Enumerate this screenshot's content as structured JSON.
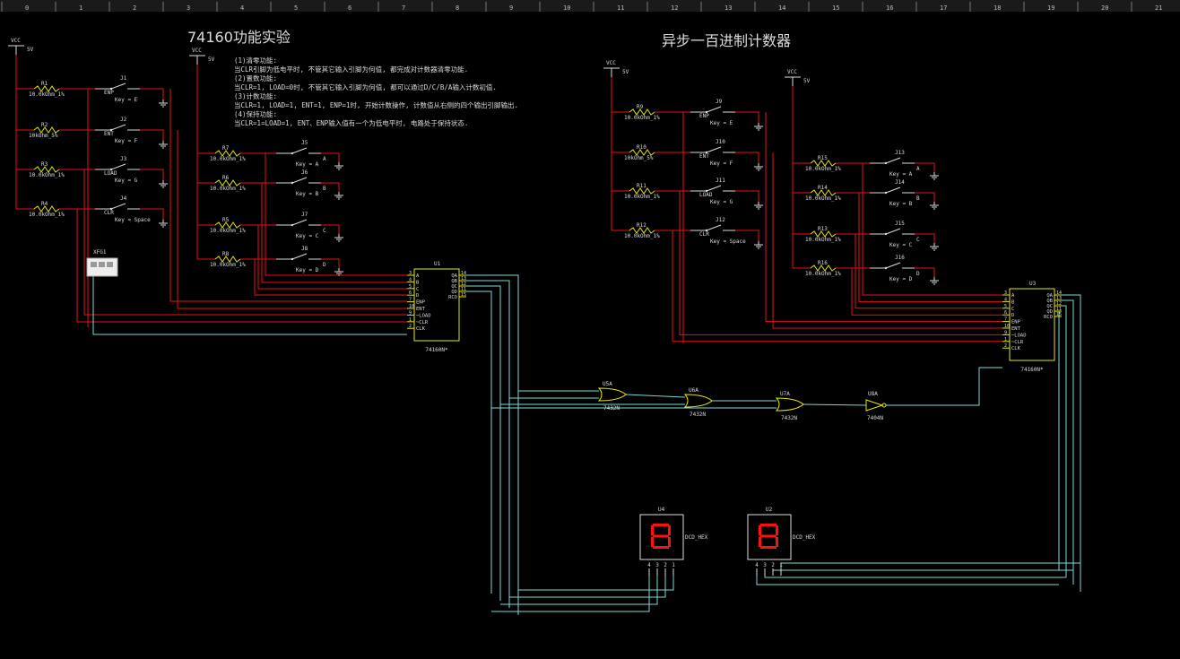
{
  "ruler": {
    "ticks": [
      "0",
      "1",
      "2",
      "3",
      "4",
      "5",
      "6",
      "7",
      "8",
      "9",
      "10",
      "11",
      "12",
      "13",
      "14",
      "15",
      "16",
      "17",
      "18",
      "19",
      "20",
      "21"
    ]
  },
  "titles": {
    "left": "74160功能实验",
    "right": "异步一百进制计数器"
  },
  "notes": [
    "(1)清零功能:",
    "当CLR引脚为低电平时, 不管其它输入引脚为何值, 都完成对计数器清零功能.",
    "(2)置数功能:",
    "当CLR=1, LOAD=0时, 不管其它输入引脚为何值, 都可以通过D/C/B/A输入计数初值.",
    "(3)计数功能:",
    "当CLR=1, LOAD=1, ENT=1, ENP=1时, 开始计数操作, 计数值从右侧的四个输出引脚输出.",
    "(4)保持功能:",
    "当CLR=1=LOAD=1, ENT、ENP输入值有一个为低电平时, 电路处于保持状态."
  ],
  "vcc": {
    "label": "VCC",
    "voltage": "5V"
  },
  "left_res": [
    {
      "name": "R1",
      "value": "10.0kOhm_1%"
    },
    {
      "name": "R2",
      "value": "10kOhm_5%"
    },
    {
      "name": "R3",
      "value": "10.0kOhm_1%"
    },
    {
      "name": "R4",
      "value": "10.0kOhm_1%"
    }
  ],
  "left_sw": [
    {
      "name": "J1",
      "sig": "ENP",
      "key": "Key = E"
    },
    {
      "name": "J2",
      "sig": "ENT",
      "key": "Key = F"
    },
    {
      "name": "J3",
      "sig": "LOAD",
      "key": "Key = G"
    },
    {
      "name": "J4",
      "sig": "CLR",
      "key": "Key = Space"
    }
  ],
  "mid_res": [
    {
      "name": "R7",
      "value": "10.0kOhm_1%"
    },
    {
      "name": "R6",
      "value": "10.0kOhm_1%"
    },
    {
      "name": "R5",
      "value": "10.0kOhm_1%"
    },
    {
      "name": "R8",
      "value": "10.0kOhm_1%"
    }
  ],
  "mid_sw": [
    {
      "name": "J5",
      "key": "Key = A",
      "out": "A"
    },
    {
      "name": "J6",
      "key": "Key = B",
      "out": "B"
    },
    {
      "name": "J7",
      "key": "Key = C",
      "out": "C"
    },
    {
      "name": "J8",
      "key": "Key = D",
      "out": "D"
    }
  ],
  "xfg": "XFG1",
  "u1": {
    "name": "U1",
    "part": "74160N*"
  },
  "u3": {
    "name": "U3",
    "part": "74160N*"
  },
  "chip_pins_left": [
    "A",
    "B",
    "C",
    "D",
    "ENP",
    "ENT",
    "~LOAD",
    "~CLR",
    "CLK"
  ],
  "chip_pins_right": [
    "QA",
    "QB",
    "QC",
    "QD",
    "RCO"
  ],
  "pin_nums_left": [
    "3",
    "4",
    "5",
    "6",
    "7",
    "10",
    "9",
    "1",
    "2"
  ],
  "pin_nums_right": [
    "14",
    "13",
    "12",
    "11",
    "15"
  ],
  "right_res": [
    {
      "name": "R9",
      "value": "10.0kOhm_1%"
    },
    {
      "name": "R10",
      "value": "10kOhm_5%"
    },
    {
      "name": "R11",
      "value": "10.0kOhm_1%"
    },
    {
      "name": "R12",
      "value": "10.0kOhm_1%"
    }
  ],
  "right_sw": [
    {
      "name": "J9",
      "sig": "ENP",
      "key": "Key = E"
    },
    {
      "name": "J10",
      "sig": "ENT",
      "key": "Key = F"
    },
    {
      "name": "J11",
      "sig": "LOAD",
      "key": "Key = G"
    },
    {
      "name": "J12",
      "sig": "CLR",
      "key": "Key = Space"
    }
  ],
  "right2_res": [
    {
      "name": "R15",
      "value": "10.0kOhm_1%"
    },
    {
      "name": "R14",
      "value": "10.0kOhm_1%"
    },
    {
      "name": "R13",
      "value": "10.0kOhm_1%"
    },
    {
      "name": "R16",
      "value": "10.0kOhm_1%"
    }
  ],
  "right2_sw": [
    {
      "name": "J13",
      "key": "Key = A",
      "out": "A"
    },
    {
      "name": "J14",
      "key": "Key = B",
      "out": "B"
    },
    {
      "name": "J15",
      "key": "Key = C",
      "out": "C"
    },
    {
      "name": "J16",
      "key": "Key = D",
      "out": "D"
    }
  ],
  "gates": [
    {
      "name": "U5A",
      "part": "7432N"
    },
    {
      "name": "U6A",
      "part": "7432N"
    },
    {
      "name": "U7A",
      "part": "7432N"
    },
    {
      "name": "U8A",
      "part": "7404N"
    }
  ],
  "displays": [
    {
      "name": "U4",
      "part": "DCD_HEX",
      "pins": [
        "4",
        "3",
        "2",
        "1"
      ]
    },
    {
      "name": "U2",
      "part": "DCD_HEX",
      "pins": [
        "4",
        "3",
        "2",
        "1"
      ]
    }
  ],
  "colors": {
    "wire": "#e8101a",
    "bus": "#7fd8d8",
    "part": "#e8e800",
    "text": "#dcdcdc",
    "seg": "#ff1010"
  }
}
